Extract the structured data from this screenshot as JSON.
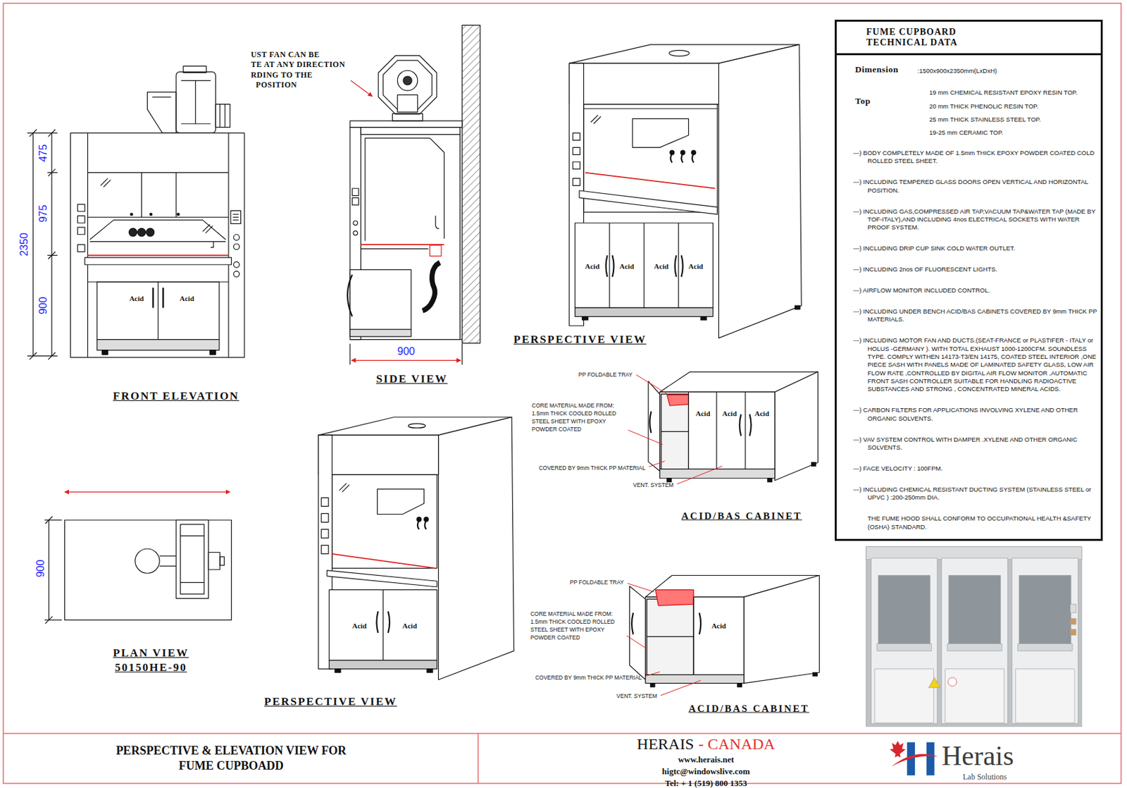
{
  "diagram": {
    "nodes": [
      {
        "text": [
          "FUME CUPBOARD TECHNICAL DATA"
        ]
      },
      {
        "text": [
          "Dimension",
          ":1500x900x2350mm(LxDxH)",
          "Top",
          "19 mm CHEMICAL RESISTANT EPOXY RESIN TOP.",
          "20 mm THICK PHENOLIC RESIN TOP.",
          "25 mm THICK STAINLESS STEEL TOP.",
          "19-25 mm CERAMIC TOP.",
          "—) BODY COMPLETELY MADE OF 1.5mm THICK EPOXY POWDER COATED COLD ROLLED STEEL SHEET.",
          "—) INCLUDING TEMPERED GLASS DOORS OPEN VERTICAL AND HORIZONTAL POSITION.",
          "—) INCLUDING GAS,COMPRESSED AIR TAP,VACUUM TAP&WATER TAP (MADE BY TOF-ITALY),AND INCLUDING 4nos ELECTRICAL SOCKETS WITH WATER PROOF SYSTEM.",
          "—) INCLUDING DRIP CUP SINK COLD WATER OUTLET.",
          "—) INCLUDING 2nos OF FLUORESCENT LIGHTS.",
          "—) AIRFLOW MONITOR INCLUDED CONTROL.",
          "—) INCLUDING UNDER BENCH ACID/BAS CABINETS COVERED BY 9mm THICK PP MATERIALS.",
          "—) INCLUDING MOTOR FAN AND DUCTS.(SEAT-FRANCE or PLASTIFER - ITALY or HOLUS -GERMANY ). WITH TOTAL EXHAUST 1000-1200CFM. SOUNDLESS TYPE. COMPLY WITHEN 14173-T3/EN 14175, COATED STEEL INTERIOR ,ONE PIECE SASH WITH PANELS MADE OF LAMINATED SAFETY GLASS, LOW AIR FLOW RATE ,CONTROLLED BY DIGITAL AIR FLOW MONITOR ,AUTOMATIC FRONT SASH CONTROLLER SUITABLE FOR HANDLING RADIOACTIVE SUBSTANCES AND STRONG , CONCENTRATED MINERAL ACIDS.",
          "—) CARBON FILTERS FOR APPLICATIONS INVOLVING XYLENE AND OTHER ORGANIC SOLVENTS.",
          "—) VAV SYSTEM CONTROL WITH DAMPER .XYLENE AND OTHER ORGANIC SOLVENTS.",
          "—) FACE VELOCITY : 100FPM.",
          "—) INCLUDING CHEMICAL RESISTANT DUCTING SYSTEM (STAINLESS STEEL or UPVC ) :200-250mm DIA.",
          "THE FUME HOOD SHALL CONFORM TO OCCUPATIONAL HEALTH &SAFETY (OSHA) STANDARD."
        ]
      },
      {
        "text": [
          "PERSPECTIVE & ELEVATION VIEW FOR FUME CUPBOADD"
        ]
      },
      {
        "text": [
          "HERAIS",
          "- CANADA",
          "www.herais.net",
          "higtc@windowslive.com",
          "Tel: + 1 (519) 800 1353"
        ]
      },
      {
        "text": [
          "Herais",
          "Lab Solutions"
        ]
      }
    ],
    "labels": [
      "UST FAN CAN BE",
      "TE AT ANY DIRECTION",
      "RDING TO THE",
      "POSITION",
      "475",
      "975",
      "2350",
      "900",
      "Acid",
      "Acid",
      "FRONT ELEVATION",
      "900",
      "SIDE VIEW",
      "PERSPECTIVE VIEW",
      "Acid",
      "Acid",
      "Acid",
      "Acid",
      "PP FOLDABLE TRAY",
      "CORE MATERIAL MADE FROM: 1.5mm THICK COOLED ROLLED STEEL SHEET WITH EPOXY POWDER COATED",
      "Acid",
      "Acid",
      "Acid",
      "COVERED BY 9mm THICK PP MATERIAL",
      "VENT. SYSTEM",
      "ACID/BAS CABINET",
      "900",
      "PLAN VIEW",
      "50150HE-90",
      "Acid",
      "Acid",
      "PERSPECTIVE VIEW",
      "PP FOLDABLE TRAY",
      "CORE MATERIAL MADE FROM: 1.5mm THICK COOLED ROLLED STEEL SHEET WITH EPOXY POWDER COATED",
      "Acid",
      "COVERED BY 9mm THICK PP MATERIAL",
      "VENT. SYSTEM",
      "ACID/BAS CABINET"
    ]
  }
}
